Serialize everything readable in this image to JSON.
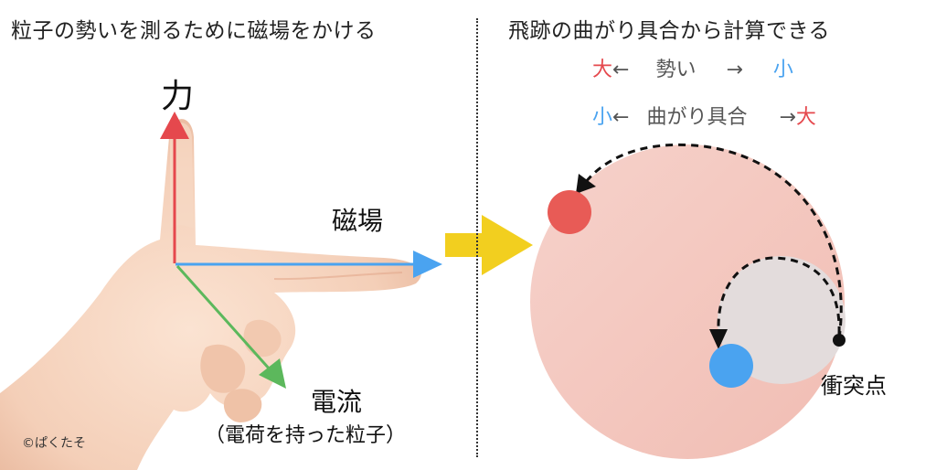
{
  "left": {
    "title": "粒子の勢いを測るために磁場をかける",
    "force_label": "力",
    "field_label": "磁場",
    "current_label": "電流",
    "current_note": "（電荷を持った粒子）",
    "credit": "©ぱくたそ"
  },
  "right": {
    "title": "飛跡の曲がり具合から計算できる",
    "legend": {
      "row1": {
        "big": "大",
        "arrow_left": "←",
        "word": "勢い",
        "arrow_right": "→",
        "small": "小"
      },
      "row2": {
        "small": "小",
        "arrow_left": "←",
        "word": "曲がり具合",
        "arrow_right": "→",
        "big": "大"
      }
    },
    "collision_label": "衝突点"
  },
  "colors": {
    "red": "#e5484d",
    "blue": "#4aa3f0",
    "green": "#5cb85c",
    "arrow_yellow": "#f2cf1f",
    "large_circle": "#f4c8c0",
    "small_circle": "#e3dcdc"
  }
}
